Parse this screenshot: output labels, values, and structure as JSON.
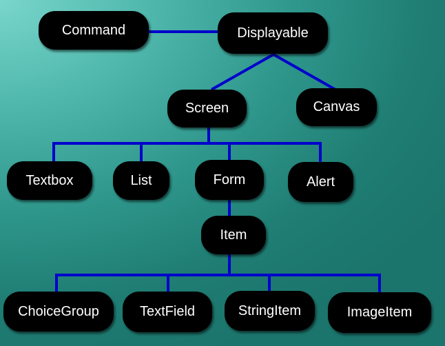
{
  "nodes": {
    "command": "Command",
    "displayable": "Displayable",
    "screen": "Screen",
    "canvas": "Canvas",
    "textbox": "Textbox",
    "list": "List",
    "form": "Form",
    "alert": "Alert",
    "item": "Item",
    "choicegroup": "ChoiceGroup",
    "textfield": "TextField",
    "stringitem": "StringItem",
    "imageitem": "ImageItem"
  },
  "colors": {
    "node_fill": "#000000",
    "node_text": "#ffffff",
    "connector": "#0000cc",
    "background": "#2f978c"
  }
}
